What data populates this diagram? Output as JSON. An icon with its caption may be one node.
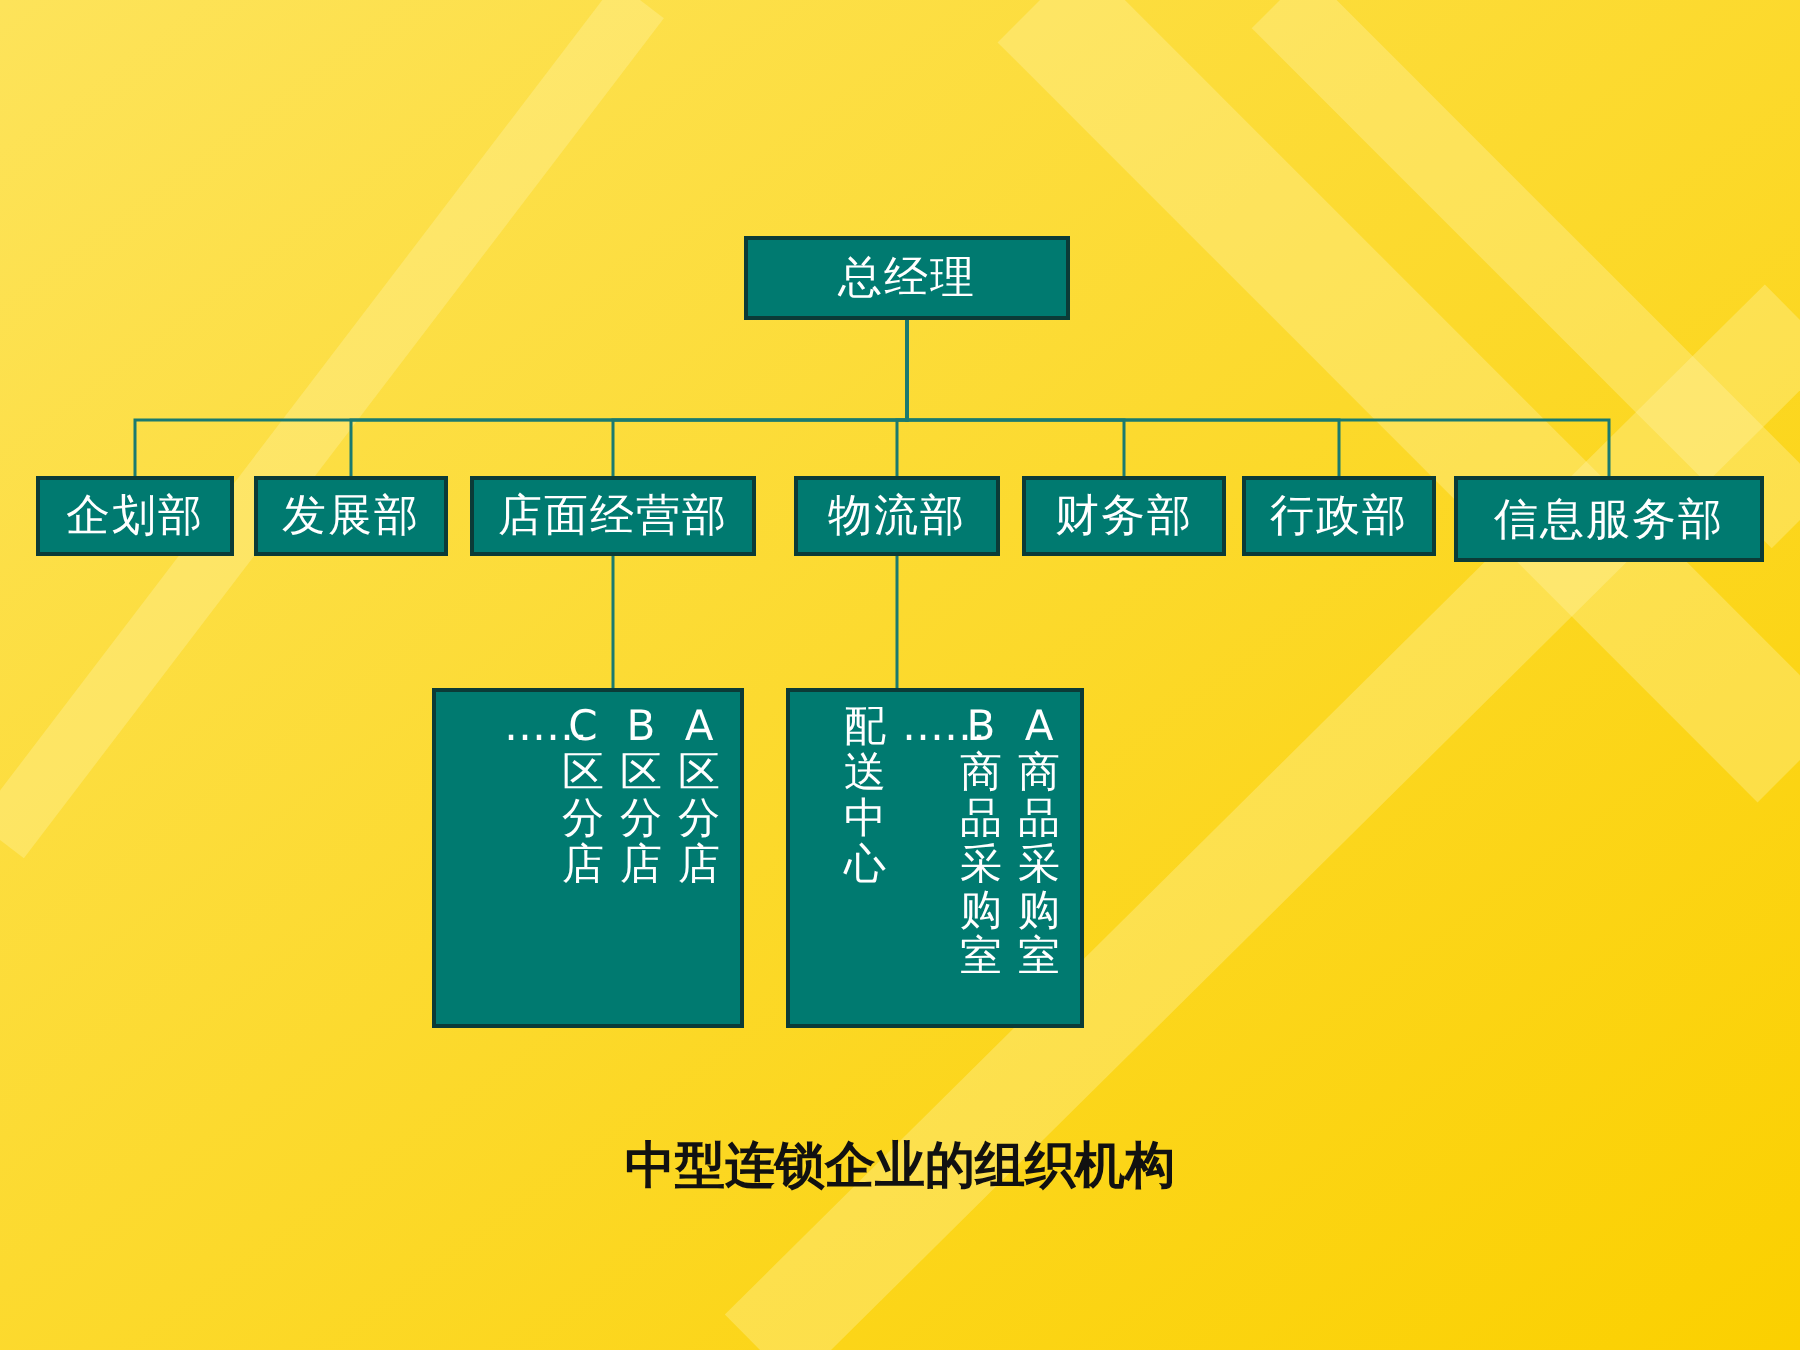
{
  "diagram": {
    "caption": "中型连锁企业的组织机构",
    "nodes": [
      {
        "text": [
          "总经理"
        ]
      },
      {
        "text": [
          "企划部"
        ]
      },
      {
        "text": [
          "发展部"
        ]
      },
      {
        "text": [
          "店面经营部"
        ]
      },
      {
        "text": [
          "物流部"
        ]
      },
      {
        "text": [
          "财务部"
        ]
      },
      {
        "text": [
          "行政部"
        ]
      },
      {
        "text": [
          "信息服务部"
        ]
      },
      {
        "text": [
          "……",
          "C区分店",
          "B区分店",
          "A区分店"
        ]
      },
      {
        "text": [
          "配送中心",
          "……",
          "B商品采购室",
          "A商品采购室"
        ]
      }
    ],
    "edges": [
      {
        "from": 0,
        "to": 1,
        "arrow": "none"
      },
      {
        "from": 0,
        "to": 2,
        "arrow": "none"
      },
      {
        "from": 0,
        "to": 3,
        "arrow": "none"
      },
      {
        "from": 0,
        "to": 4,
        "arrow": "none"
      },
      {
        "from": 0,
        "to": 5,
        "arrow": "none"
      },
      {
        "from": 0,
        "to": 6,
        "arrow": "none"
      },
      {
        "from": 0,
        "to": 7,
        "arrow": "none"
      },
      {
        "from": 3,
        "to": 8,
        "arrow": "none"
      },
      {
        "from": 4,
        "to": 9,
        "arrow": "none"
      }
    ]
  }
}
